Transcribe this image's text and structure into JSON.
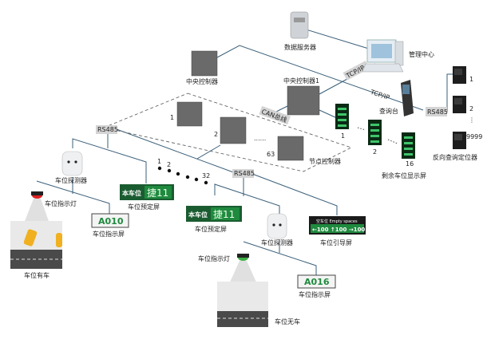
{
  "nodes": {
    "data_server": "数据服务器",
    "management_center": "管理中心",
    "central_controller": "中央控制器",
    "central_controller_1": "中央控制器1",
    "query_kiosk": "查询台",
    "reverse_locator": "反向查询定位器",
    "remaining_display": "剩余车位显示屏",
    "node_controller": "节点控制器",
    "detector_left": "车位探测器",
    "detector_right": "车位探测器",
    "light_left": "车位指示灯",
    "light_right": "车位指示灯",
    "indicator_screen_left": "车位指示屏",
    "indicator_screen_right": "车位指示屏",
    "reservation_left": "车位预定屏",
    "reservation_right": "车位预定屏",
    "guidance_screen": "车位引导屏",
    "occupied": "车位有车",
    "vacant": "车位无车"
  },
  "links": {
    "tcpip_1": "TCP/IP",
    "tcpip_2": "TCP/IP",
    "rs485_right": "RS485",
    "rs485_left": "RS485",
    "rs485_mid": "RS485",
    "can_bus": "CAN总线"
  },
  "numbers": {
    "locators": [
      "1",
      "2",
      "9999"
    ],
    "locator_ellipsis": "⋮",
    "displays": [
      "1",
      "2",
      "16"
    ],
    "node_ctrls": [
      "1",
      "2",
      "63"
    ],
    "node_ellipsis": "......",
    "chain": [
      "1",
      "2",
      "32"
    ]
  },
  "screens": {
    "reservation_prefix": "本车位",
    "reservation_value": "捷11",
    "indicator_left": "A010",
    "indicator_right": "A016",
    "guidance_title": "空车位 Empty spaces",
    "guidance_values": "←100 ↑100 →100"
  },
  "colors": {
    "line": "#3a5f7a",
    "screen_green": "#1f8a3e",
    "light_red": "#e02020",
    "light_green": "#3cb043"
  }
}
